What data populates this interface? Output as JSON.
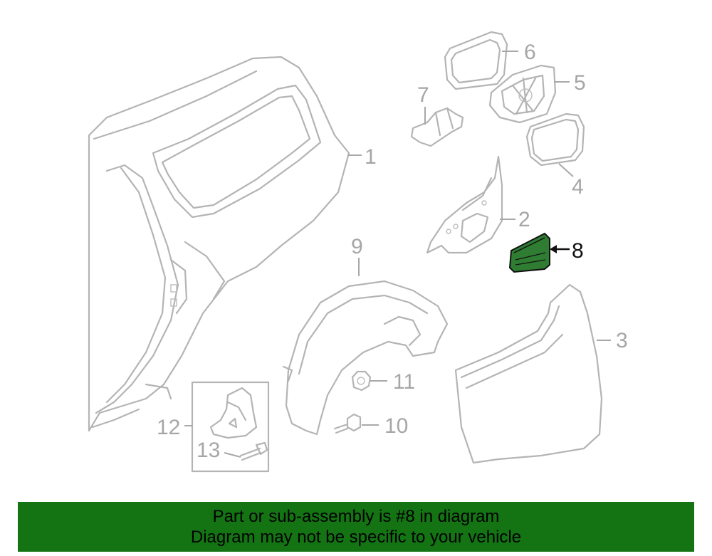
{
  "diagram": {
    "highlighted_part": "8",
    "highlight_color": "#2e7d32",
    "callouts": {
      "c1": "1",
      "c2": "2",
      "c3": "3",
      "c4": "4",
      "c5": "5",
      "c6": "6",
      "c7": "7",
      "c8": "8",
      "c9": "9",
      "c10": "10",
      "c11": "11",
      "c12": "12",
      "c13": "13"
    }
  },
  "footer": {
    "background": "#147414",
    "line1": "Part or sub-assembly is #8 in diagram",
    "line2": "Diagram may not be specific to your vehicle"
  }
}
